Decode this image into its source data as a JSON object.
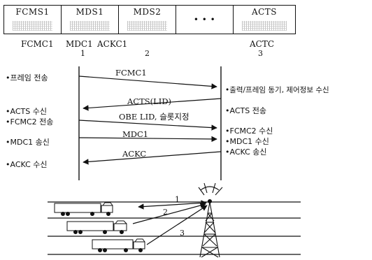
{
  "frame": {
    "cells": [
      {
        "name": "FCMS1"
      },
      {
        "name": "MDS1"
      },
      {
        "name": "MDS2"
      },
      {
        "name": "• • •"
      },
      {
        "name": "ACTS"
      }
    ],
    "under_labels": [
      "FCMC1",
      "MDC1",
      "ACKC1",
      "ACTC"
    ],
    "index_marks": [
      "1",
      "2",
      "3"
    ]
  },
  "sequence": {
    "left_events": [
      "•프레임 전송",
      "•ACTS 수신",
      "•FCMC2 전송",
      "•MDC1 송신",
      "•ACKC 수신"
    ],
    "right_events": [
      "•출력/프레임 동기, 제어정보 수신",
      "•ACTS 전송",
      "•FCMC2 수신",
      "•MDC1 수신",
      "•ACKC 송신"
    ],
    "messages": [
      "FCMC1",
      "ACTS(LID)",
      "OBE LID, 슬롯지정",
      "MDC1",
      "ACKC"
    ]
  },
  "scene": {
    "arrow_labels": [
      "1",
      "2",
      "3"
    ]
  }
}
